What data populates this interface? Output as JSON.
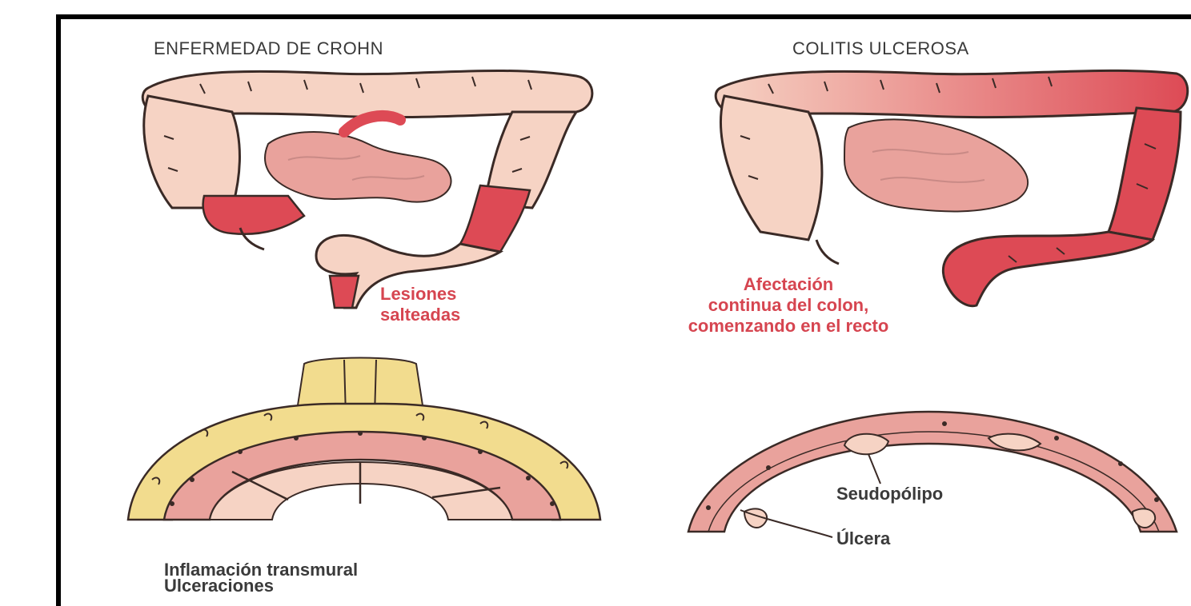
{
  "headings": {
    "crohn": "ENFERMEDAD DE CROHN",
    "colitis": "COLITIS ULCEROSA"
  },
  "labels": {
    "crohn_lesions": [
      "Lesiones",
      "salteadas"
    ],
    "colitis_continuous": [
      "Afectación",
      "continua del colon,",
      "comenzando en el recto"
    ],
    "pseudopolyp": "Seudopólipo",
    "ulcer": "Úlcera",
    "crohn_section": [
      "Inflamación transmural",
      "Ulceraciones"
    ]
  },
  "colors": {
    "colon_pale": "#f6d3c4",
    "colon_outline": "#3a2a26",
    "lesion_red": "#dd4a55",
    "mucosa_pink": "#e9a29c",
    "fat_yellow": "#f2dc8e",
    "label_red": "#d64550"
  }
}
